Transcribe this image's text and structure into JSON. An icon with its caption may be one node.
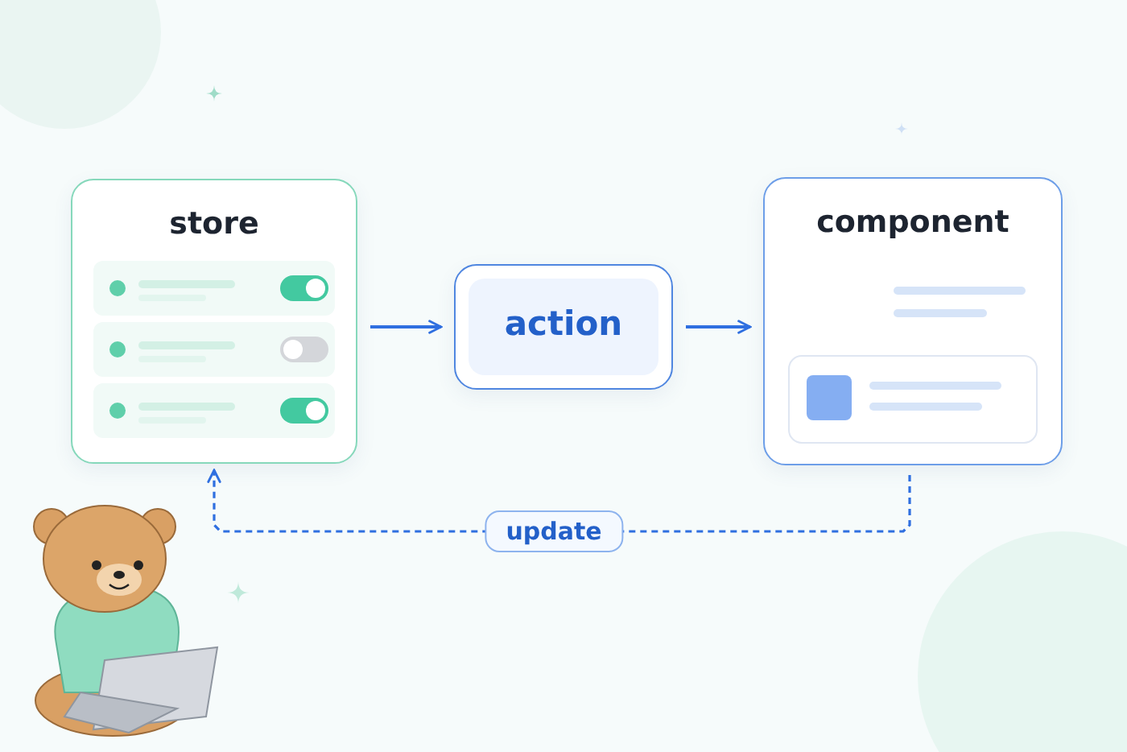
{
  "diagram": {
    "nodes": [
      {
        "text": [
          "store"
        ]
      },
      {
        "text": [
          "action"
        ]
      },
      {
        "text": [
          "component"
        ]
      }
    ],
    "edges": [
      {
        "from": 0,
        "to": 1,
        "arrow": "to"
      },
      {
        "from": 1,
        "to": 2,
        "arrow": "to"
      },
      {
        "from": 2,
        "to": 0,
        "arrow": "to",
        "label": "update",
        "style": "dashed"
      }
    ]
  }
}
